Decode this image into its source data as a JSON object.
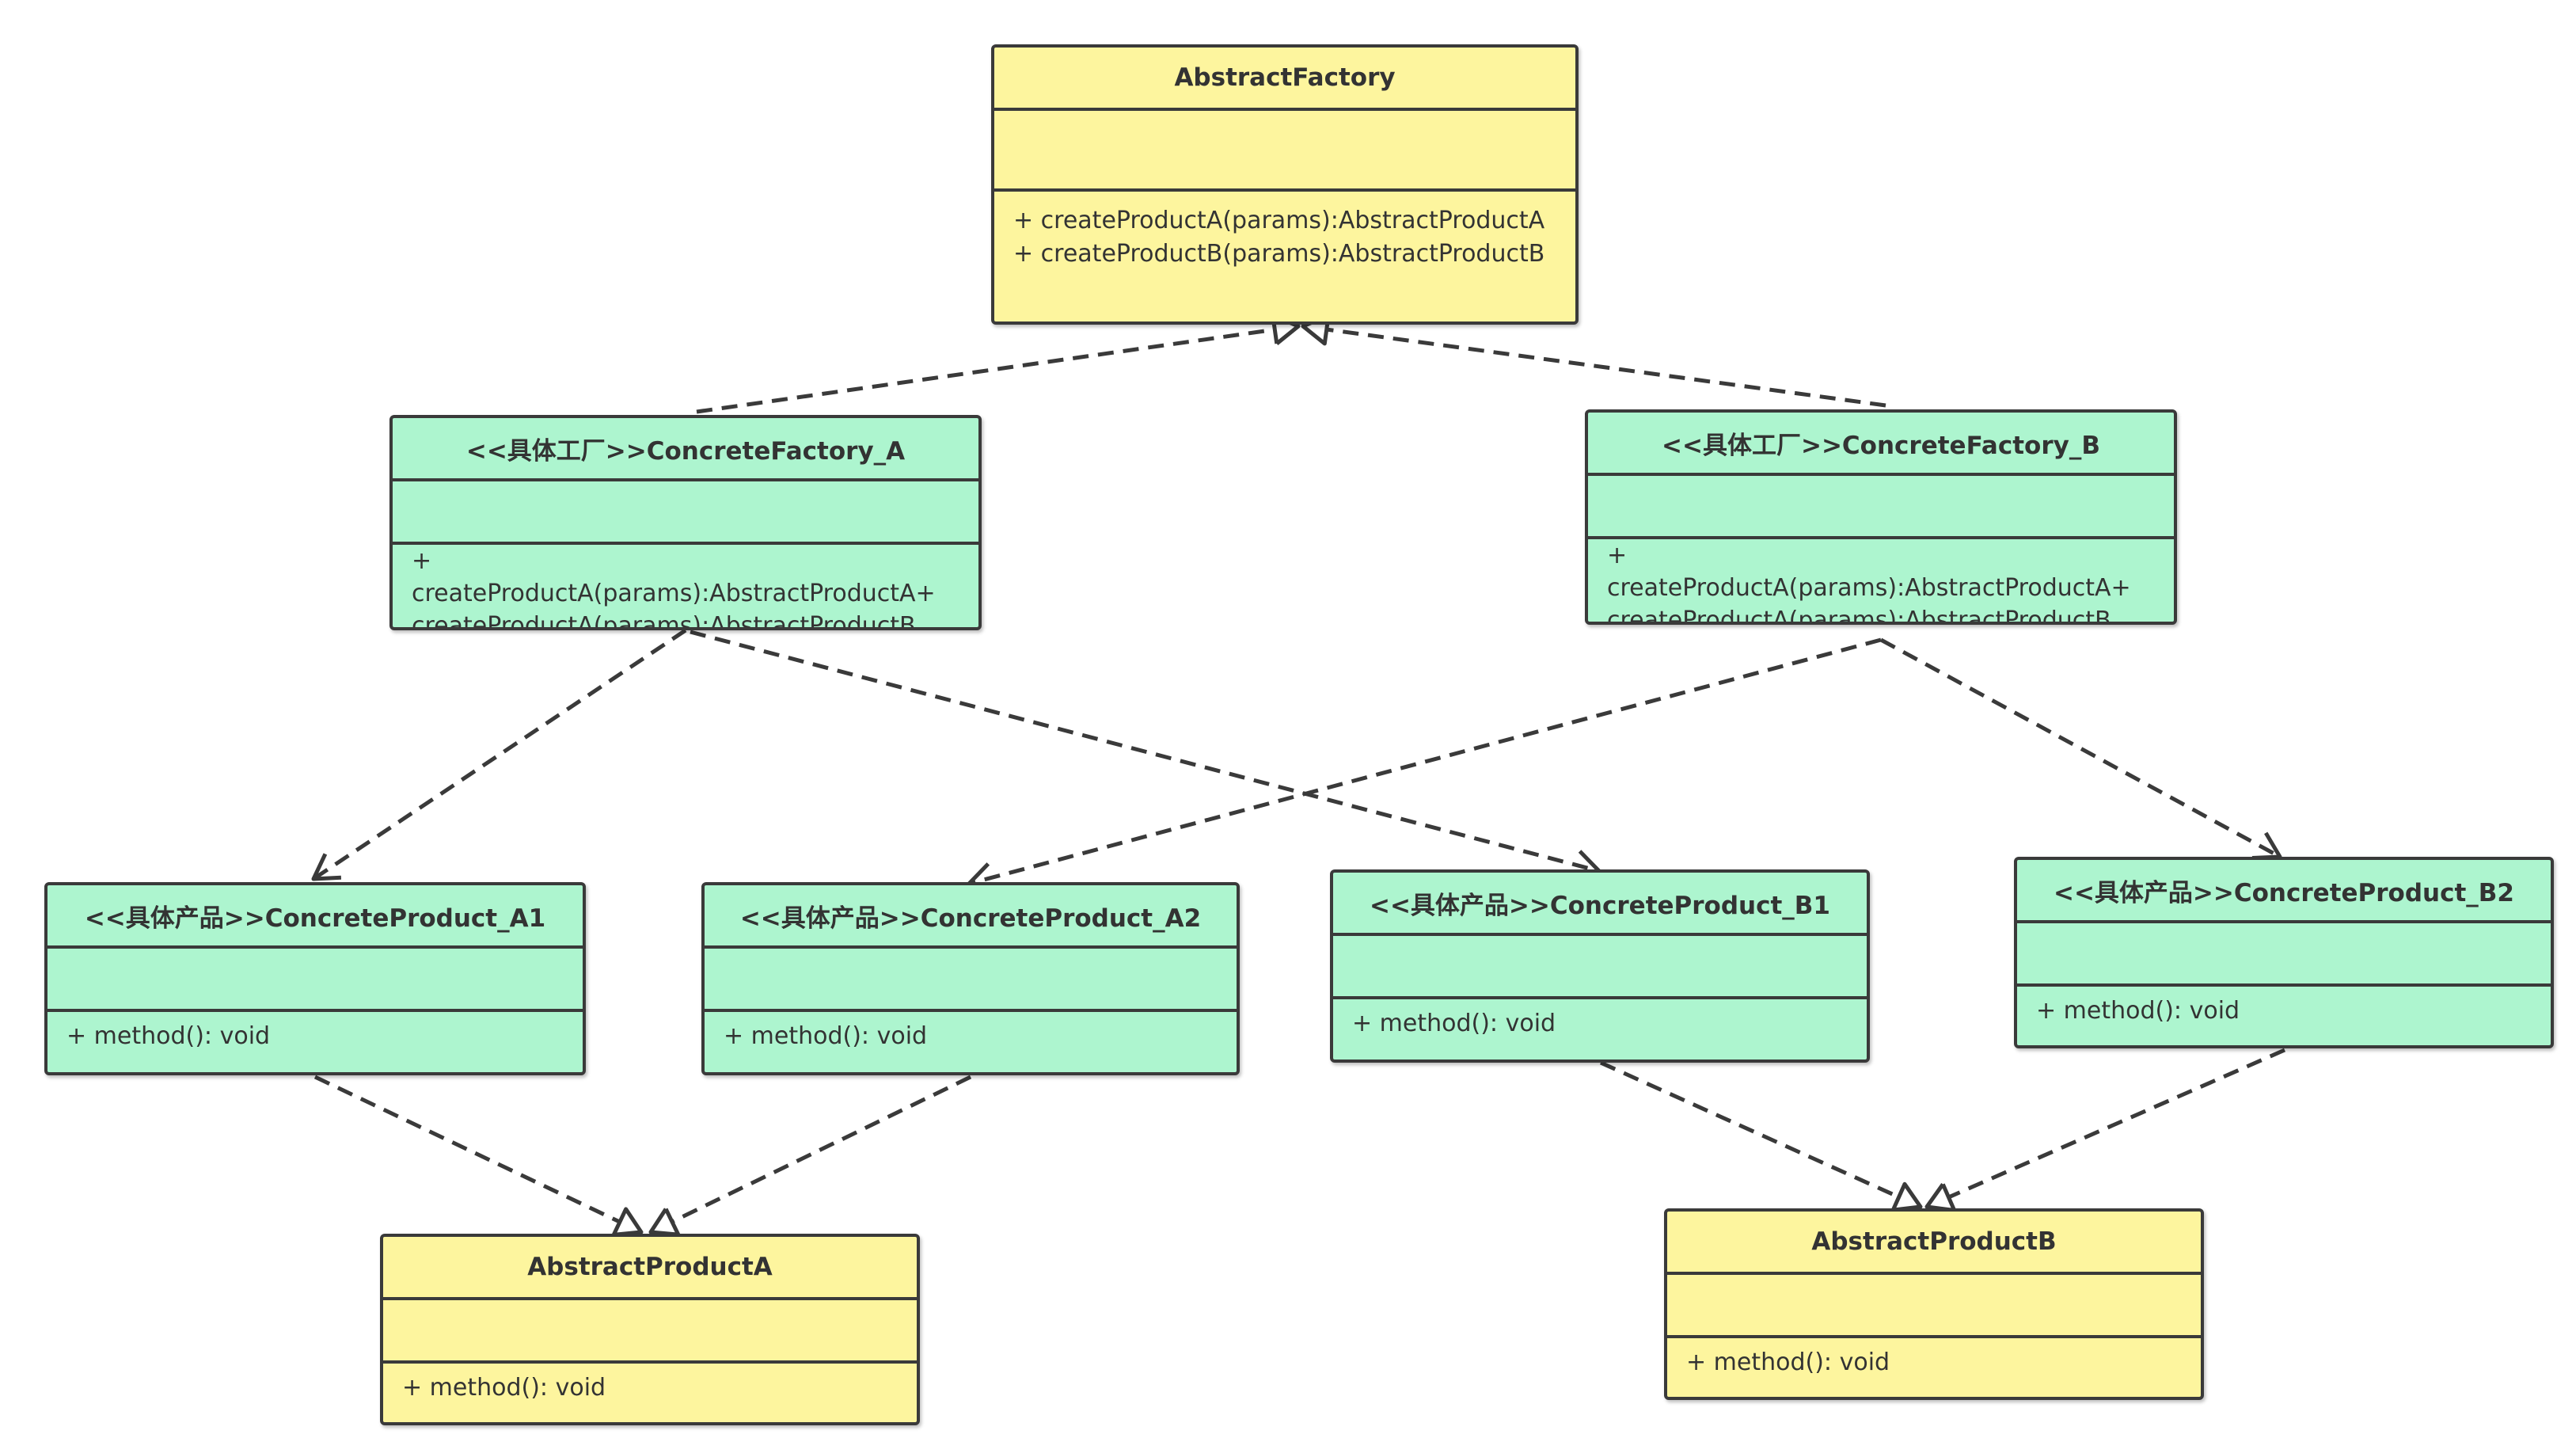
{
  "classes": {
    "abstract_factory": {
      "name": "AbstractFactory",
      "ops": [
        "+ createProductA(params):AbstractProductA",
        "+ createProductB(params):AbstractProductB"
      ]
    },
    "concrete_factory_a": {
      "name": "<<具体工厂>>ConcreteFactory_A",
      "ops": [
        "+",
        "createProductA(params):AbstractProductA+",
        "createProductA(params):AbstractProductB"
      ]
    },
    "concrete_factory_b": {
      "name": "<<具体工厂>>ConcreteFactory_B",
      "ops": [
        "+",
        "createProductA(params):AbstractProductA+",
        "createProductA(params):AbstractProductB"
      ]
    },
    "concrete_product_a1": {
      "name": "<<具体产品>>ConcreteProduct_A1",
      "ops": [
        "+ method(): void"
      ]
    },
    "concrete_product_a2": {
      "name": "<<具体产品>>ConcreteProduct_A2",
      "ops": [
        "+ method(): void"
      ]
    },
    "concrete_product_b1": {
      "name": "<<具体产品>>ConcreteProduct_B1",
      "ops": [
        "+ method(): void"
      ]
    },
    "concrete_product_b2": {
      "name": "<<具体产品>>ConcreteProduct_B2",
      "ops": [
        "+ method(): void"
      ]
    },
    "abstract_product_a": {
      "name": "AbstractProductA",
      "ops": [
        "+ method(): void"
      ]
    },
    "abstract_product_b": {
      "name": "AbstractProductB",
      "ops": [
        "+ method(): void"
      ]
    }
  },
  "edges": [
    {
      "from": "concrete_factory_a",
      "to": "abstract_factory",
      "kind": "realization"
    },
    {
      "from": "concrete_factory_b",
      "to": "abstract_factory",
      "kind": "realization"
    },
    {
      "from": "concrete_factory_a",
      "to": "concrete_product_a1",
      "kind": "dependency"
    },
    {
      "from": "concrete_factory_a",
      "to": "concrete_product_b1",
      "kind": "dependency"
    },
    {
      "from": "concrete_factory_b",
      "to": "concrete_product_a2",
      "kind": "dependency"
    },
    {
      "from": "concrete_factory_b",
      "to": "concrete_product_b2",
      "kind": "dependency"
    },
    {
      "from": "concrete_product_a1",
      "to": "abstract_product_a",
      "kind": "realization"
    },
    {
      "from": "concrete_product_a2",
      "to": "abstract_product_a",
      "kind": "realization"
    },
    {
      "from": "concrete_product_b1",
      "to": "abstract_product_b",
      "kind": "realization"
    },
    {
      "from": "concrete_product_b2",
      "to": "abstract_product_b",
      "kind": "realization"
    }
  ],
  "colors": {
    "abstract_fill": "#fdf59e",
    "concrete_fill": "#adf5cf",
    "border": "#3a3a3a",
    "text": "#333333"
  }
}
